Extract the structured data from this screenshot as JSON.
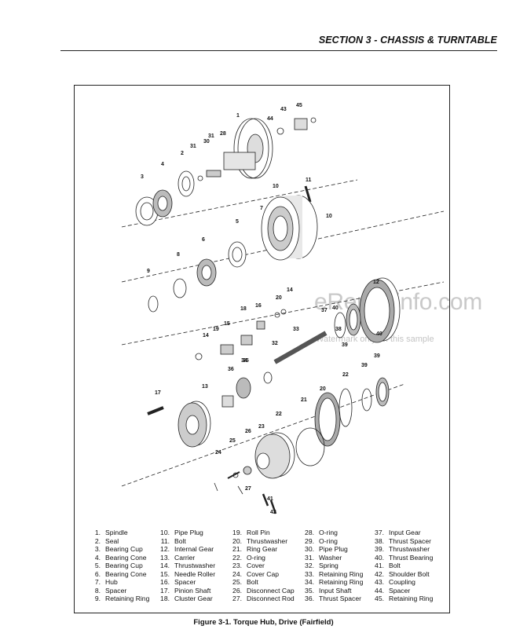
{
  "header": {
    "section_title": "SECTION 3 - CHASSIS & TURNTABLE"
  },
  "watermark": {
    "site": "eRepairinfo.com",
    "note": "Watermark only on this sample"
  },
  "figure": {
    "caption": "Figure 3-1.  Torque Hub, Drive (Fairfield)",
    "callouts": [
      "1",
      "2",
      "3",
      "4",
      "5",
      "6",
      "7",
      "8",
      "9",
      "10",
      "10",
      "11",
      "12",
      "13",
      "14",
      "14",
      "15",
      "16",
      "17",
      "18",
      "19",
      "20",
      "20",
      "21",
      "22",
      "22",
      "23",
      "24",
      "25",
      "26",
      "27",
      "28",
      "30",
      "31",
      "31",
      "32",
      "33",
      "34",
      "35",
      "36",
      "37",
      "38",
      "39",
      "39",
      "39",
      "40",
      "40",
      "41",
      "42",
      "43",
      "44",
      "45"
    ]
  },
  "legend": {
    "columns": [
      [
        {
          "n": "1.",
          "t": "Spindle"
        },
        {
          "n": "2.",
          "t": "Seal"
        },
        {
          "n": "3.",
          "t": "Bearing Cup"
        },
        {
          "n": "4.",
          "t": "Bearing Cone"
        },
        {
          "n": "5.",
          "t": "Bearing Cup"
        },
        {
          "n": "6.",
          "t": "Bearing Cone"
        },
        {
          "n": "7.",
          "t": "Hub"
        },
        {
          "n": "8.",
          "t": "Spacer"
        },
        {
          "n": "9.",
          "t": "Retaining Ring"
        }
      ],
      [
        {
          "n": "10.",
          "t": "Pipe Plug"
        },
        {
          "n": "11.",
          "t": "Bolt"
        },
        {
          "n": "12.",
          "t": "Internal Gear"
        },
        {
          "n": "13.",
          "t": "Carrier"
        },
        {
          "n": "14.",
          "t": "Thrustwasher"
        },
        {
          "n": "15.",
          "t": "Needle Roller"
        },
        {
          "n": "16.",
          "t": "Spacer"
        },
        {
          "n": "17.",
          "t": "Pinion Shaft"
        },
        {
          "n": "18.",
          "t": "Cluster Gear"
        }
      ],
      [
        {
          "n": "19.",
          "t": "Roll Pin"
        },
        {
          "n": "20.",
          "t": "Thrustwasher"
        },
        {
          "n": "21.",
          "t": "Ring Gear"
        },
        {
          "n": "22.",
          "t": "O-ring"
        },
        {
          "n": "23.",
          "t": "Cover"
        },
        {
          "n": "24.",
          "t": "Cover Cap"
        },
        {
          "n": "25.",
          "t": "Bolt"
        },
        {
          "n": "26.",
          "t": "Disconnect Cap"
        },
        {
          "n": "27.",
          "t": "Disconnect Rod"
        }
      ],
      [
        {
          "n": "28.",
          "t": "O-ring"
        },
        {
          "n": "29.",
          "t": "O-ring"
        },
        {
          "n": "30.",
          "t": "Pipe Plug"
        },
        {
          "n": "31.",
          "t": "Washer"
        },
        {
          "n": "32.",
          "t": "Spring"
        },
        {
          "n": "33.",
          "t": "Retaining Ring"
        },
        {
          "n": "34.",
          "t": "Retaining Ring"
        },
        {
          "n": "35.",
          "t": "Input Shaft"
        },
        {
          "n": "36.",
          "t": "Thrust Spacer"
        }
      ],
      [
        {
          "n": "37.",
          "t": "Input Gear"
        },
        {
          "n": "38.",
          "t": "Thrust Spacer"
        },
        {
          "n": "39.",
          "t": "Thrustwasher"
        },
        {
          "n": "40.",
          "t": "Thrust Bearing"
        },
        {
          "n": "41.",
          "t": "Bolt"
        },
        {
          "n": "42.",
          "t": "Shoulder Bolt"
        },
        {
          "n": "43.",
          "t": "Coupling"
        },
        {
          "n": "44.",
          "t": "Spacer"
        },
        {
          "n": "45.",
          "t": "Retaining Ring"
        }
      ]
    ]
  }
}
